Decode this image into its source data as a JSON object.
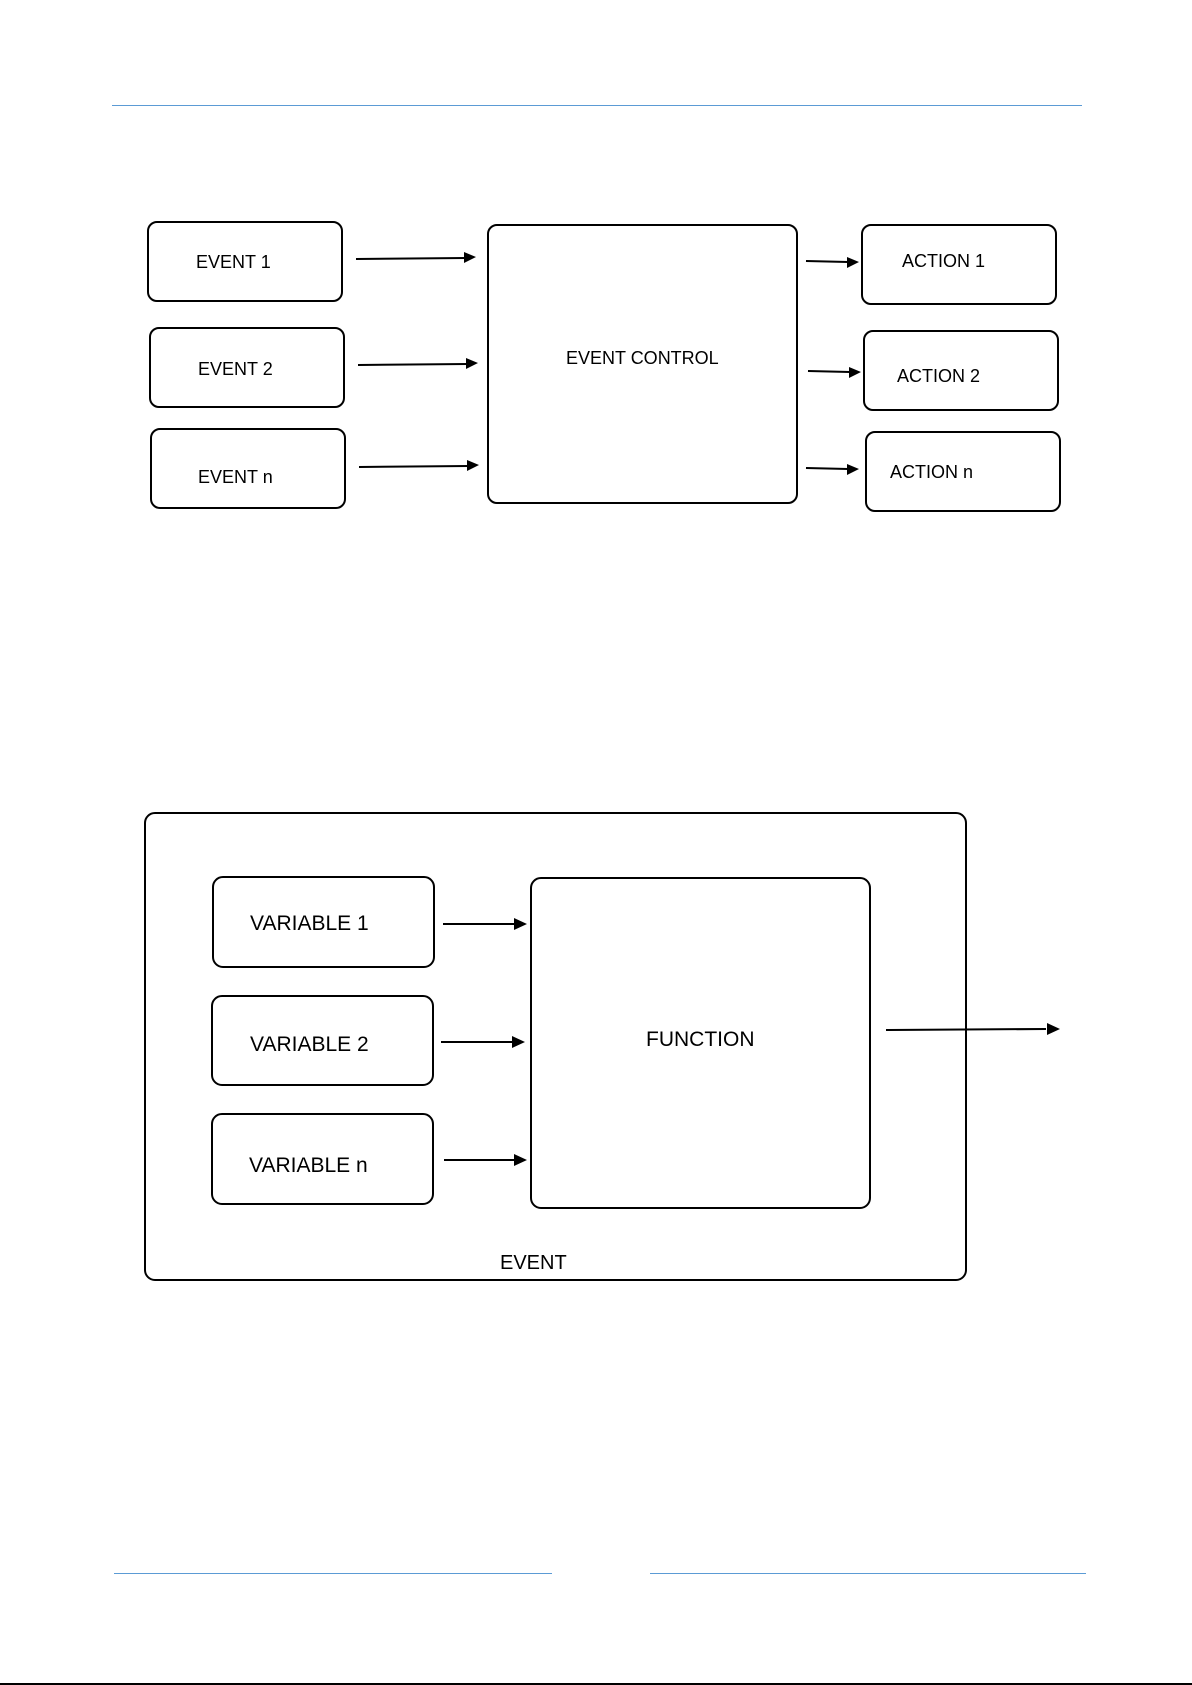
{
  "theme": {
    "rule_color": "#5b9bd5",
    "line_color": "#000000"
  },
  "diagram1": {
    "events": [
      "EVENT 1",
      "EVENT 2",
      "EVENT n"
    ],
    "control": "EVENT CONTROL",
    "actions": [
      "ACTION 1",
      "ACTION 2",
      "ACTION n"
    ]
  },
  "diagram2": {
    "container": "EVENT",
    "variables": [
      "VARIABLE 1",
      "VARIABLE 2",
      "VARIABLE n"
    ],
    "function": "FUNCTION"
  }
}
